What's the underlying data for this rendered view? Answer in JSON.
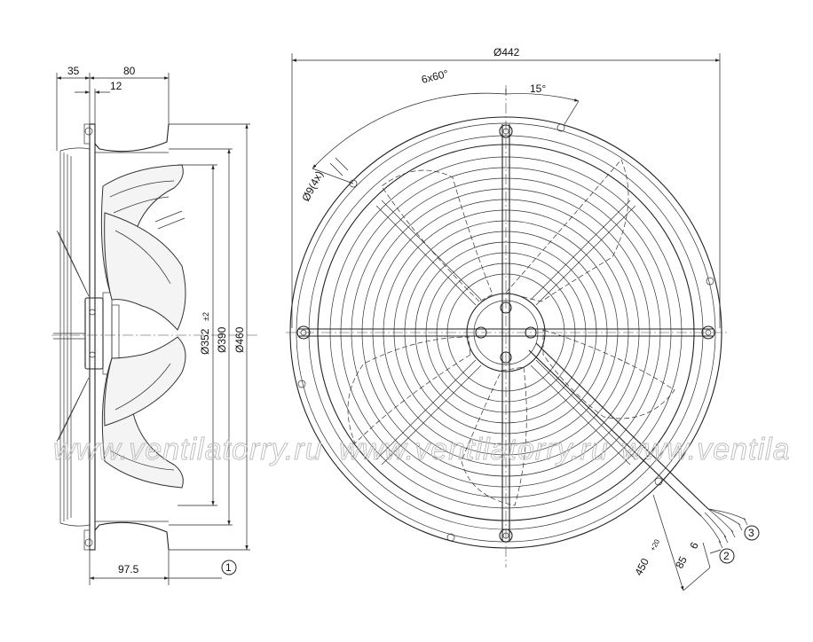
{
  "side_view": {
    "dimensions": {
      "flange_offset": "35",
      "depth": "80",
      "flange_thickness": "12",
      "blade_diameter": "Ø352",
      "blade_tolerance": "±2",
      "guard_diameter": "Ø390",
      "overall_diameter": "Ø460",
      "bottom_depth": "97.5"
    },
    "callout": "1"
  },
  "front_view": {
    "dimensions": {
      "bolt_circle_diameter": "Ø442",
      "hole_spacing": "6x60°",
      "angle_offset": "15°",
      "hole_size": "Ø9(4x)",
      "cable_length": "450",
      "cable_tolerance": "+20",
      "strip_length": "85",
      "wire_end": "6"
    },
    "callouts": [
      "3",
      "2"
    ]
  },
  "watermark": {
    "segments": [
      "www.ventilatorry.ru",
      "www.ventilatorry.ru",
      "www.ventila"
    ]
  }
}
